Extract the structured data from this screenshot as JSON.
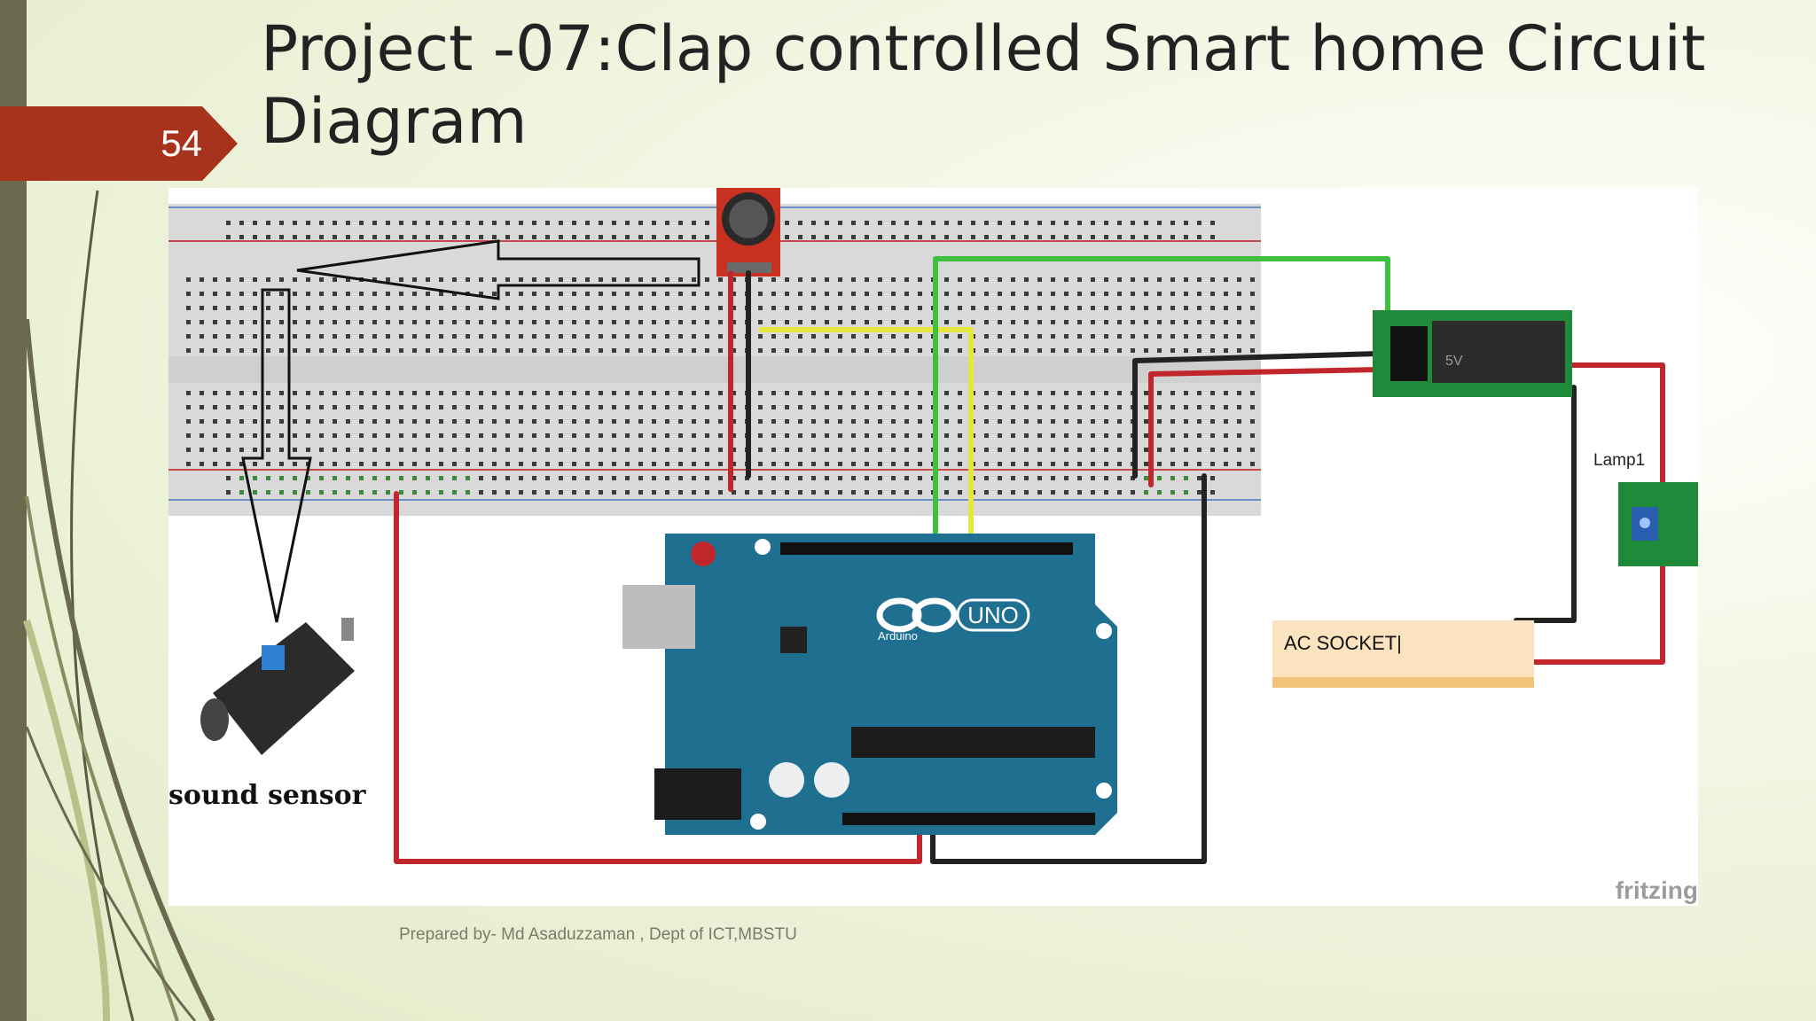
{
  "slide": {
    "page_number": "54",
    "title": "Project -07:Clap controlled Smart home  Circuit Diagram",
    "footer": "Prepared by- Md Asaduzzaman , Dept of ICT,MBSTU"
  },
  "diagram": {
    "sound_sensor_label": "sound sensor",
    "lamp_label": "Lamp1",
    "ac_socket_label": "AC SOCKET|",
    "arduino_brand": "Arduino",
    "arduino_model": "UNO",
    "relay_text": "5V",
    "watermark": "fritzing"
  },
  "colors": {
    "accent": "#a8331c",
    "board_blue": "#1f6f91",
    "wire_red": "#c0262b",
    "wire_green": "#3fbf3f",
    "wire_yellow": "#e6e641",
    "wire_black": "#222222"
  }
}
